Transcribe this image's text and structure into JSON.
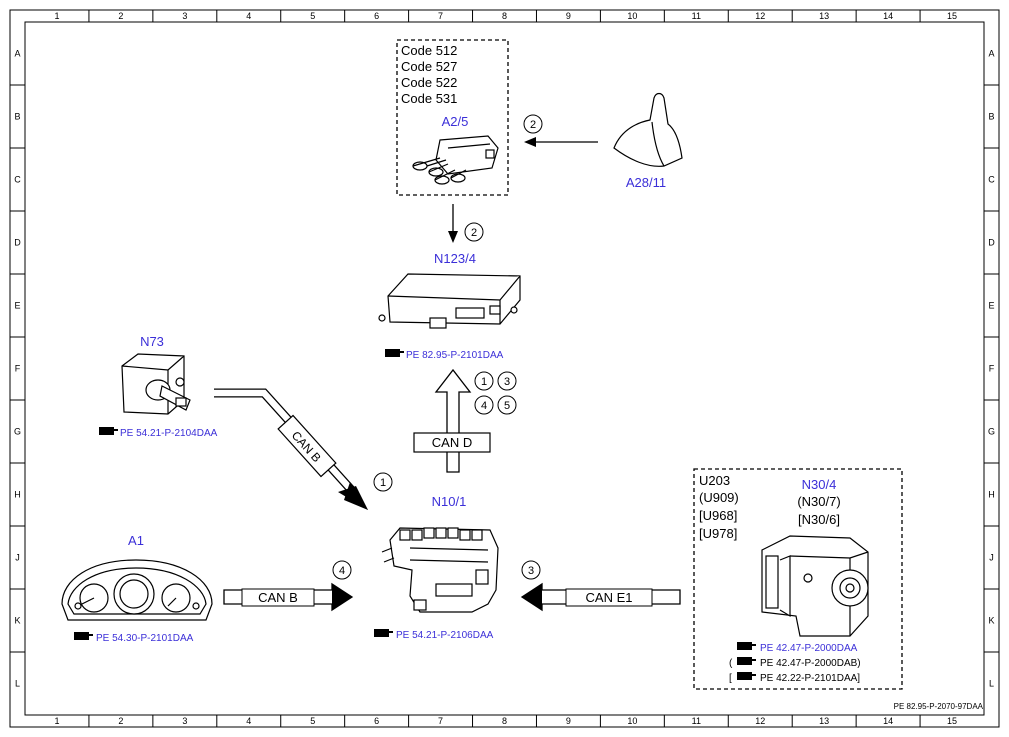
{
  "frame": {
    "columns": [
      "1",
      "2",
      "3",
      "4",
      "5",
      "6",
      "7",
      "8",
      "9",
      "10",
      "11",
      "12",
      "13",
      "14",
      "15"
    ],
    "rows": [
      "A",
      "B",
      "C",
      "D",
      "E",
      "F",
      "G",
      "H",
      "J",
      "K",
      "L"
    ],
    "doc_id": "PE 82.95-P-2070-97DAA"
  },
  "components": {
    "a2_5": {
      "label": "A2/5",
      "codes": [
        "Code 512",
        "Code 527",
        "Code 522",
        "Code 531"
      ]
    },
    "a28_11": {
      "label": "A28/11"
    },
    "n123_4": {
      "label": "N123/4",
      "ref": "PE 82.95-P-2101DAA"
    },
    "n73": {
      "label": "N73",
      "ref": "PE 54.21-P-2104DAA"
    },
    "n10_1": {
      "label": "N10/1",
      "ref": "PE 54.21-P-2106DAA"
    },
    "a1": {
      "label": "A1",
      "ref": "PE 54.30-P-2101DAA"
    },
    "n30_4": {
      "label": "N30/4",
      "variants": [
        "(N30/7)",
        "[N30/6]"
      ],
      "models": [
        "U203",
        "(U909)",
        "[U968]",
        "[U978]"
      ],
      "refs": [
        "PE 42.47-P-2000DAA",
        "PE 42.47-P-2000DAB)",
        "PE 42.22-P-2101DAA]"
      ],
      "ref_prefixes": [
        "",
        "(",
        "["
      ]
    }
  },
  "buses": {
    "can_b_diag": "CAN B",
    "can_b": "CAN B",
    "can_d": "CAN D",
    "can_e1": "CAN E1"
  },
  "markers": {
    "m1": "1",
    "m2a": "2",
    "m2b": "2",
    "m3": "3",
    "m4": "4",
    "n123_list": [
      "1",
      "3",
      "4",
      "5"
    ]
  },
  "colors": {
    "link_blue": "#3b2fd8",
    "line": "#000000"
  },
  "icons": {
    "ref_icon": "pointing-hand-icon"
  }
}
